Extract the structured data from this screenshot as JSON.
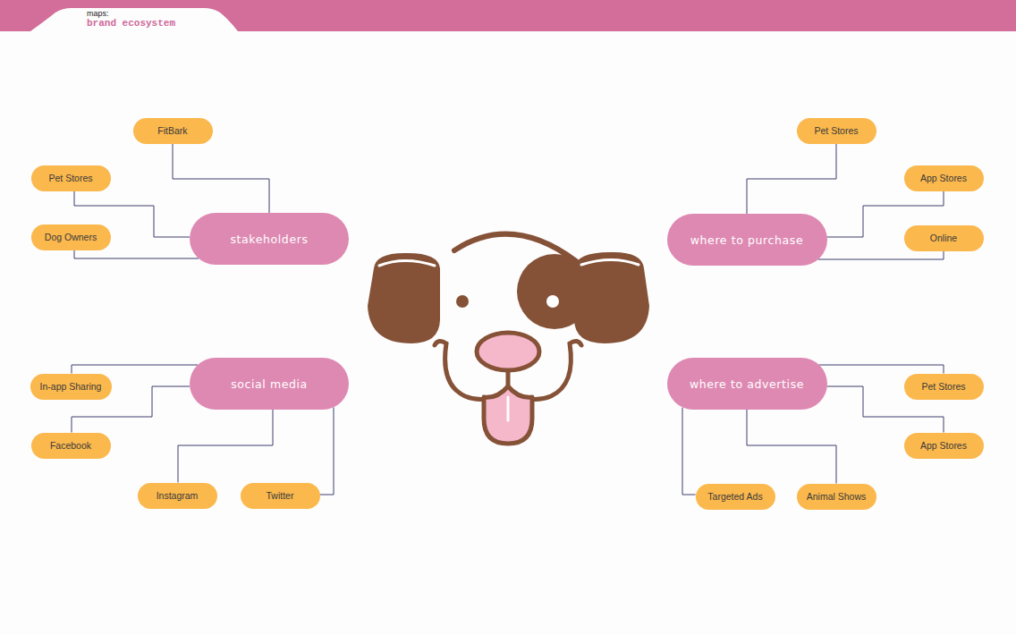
{
  "diagram": {
    "title": "brand ecosystem",
    "nodes": [
      {
        "text": [
          "stakeholders"
        ]
      },
      {
        "text": [
          "FitBark"
        ]
      },
      {
        "text": [
          "Pet Stores"
        ]
      },
      {
        "text": [
          "Dog Owners"
        ]
      },
      {
        "text": [
          "where to purchase"
        ]
      },
      {
        "text": [
          "Pet Stores"
        ]
      },
      {
        "text": [
          "App Stores"
        ]
      },
      {
        "text": [
          "Online"
        ]
      },
      {
        "text": [
          "social media"
        ]
      },
      {
        "text": [
          "In-app Sharing"
        ]
      },
      {
        "text": [
          "Facebook"
        ]
      },
      {
        "text": [
          "Instagram"
        ]
      },
      {
        "text": [
          "Twitter"
        ]
      },
      {
        "text": [
          "where to advertise"
        ]
      },
      {
        "text": [
          "Pet Stores"
        ]
      },
      {
        "text": [
          "App Stores"
        ]
      },
      {
        "text": [
          "Targeted Ads"
        ]
      },
      {
        "text": [
          "Animal Shows"
        ]
      }
    ],
    "edges": [
      {
        "from": 0,
        "to": 1,
        "arrow": "none"
      },
      {
        "from": 0,
        "to": 2,
        "arrow": "none"
      },
      {
        "from": 0,
        "to": 3,
        "arrow": "none"
      },
      {
        "from": 4,
        "to": 5,
        "arrow": "none"
      },
      {
        "from": 4,
        "to": 6,
        "arrow": "none"
      },
      {
        "from": 4,
        "to": 7,
        "arrow": "none"
      },
      {
        "from": 8,
        "to": 9,
        "arrow": "none"
      },
      {
        "from": 8,
        "to": 10,
        "arrow": "none"
      },
      {
        "from": 8,
        "to": 11,
        "arrow": "none"
      },
      {
        "from": 8,
        "to": 12,
        "arrow": "none"
      },
      {
        "from": 13,
        "to": 14,
        "arrow": "none"
      },
      {
        "from": 13,
        "to": 15,
        "arrow": "none"
      },
      {
        "from": 13,
        "to": 16,
        "arrow": "none"
      },
      {
        "from": 13,
        "to": 17,
        "arrow": "none"
      }
    ],
    "labels": [
      "maps:"
    ]
  }
}
